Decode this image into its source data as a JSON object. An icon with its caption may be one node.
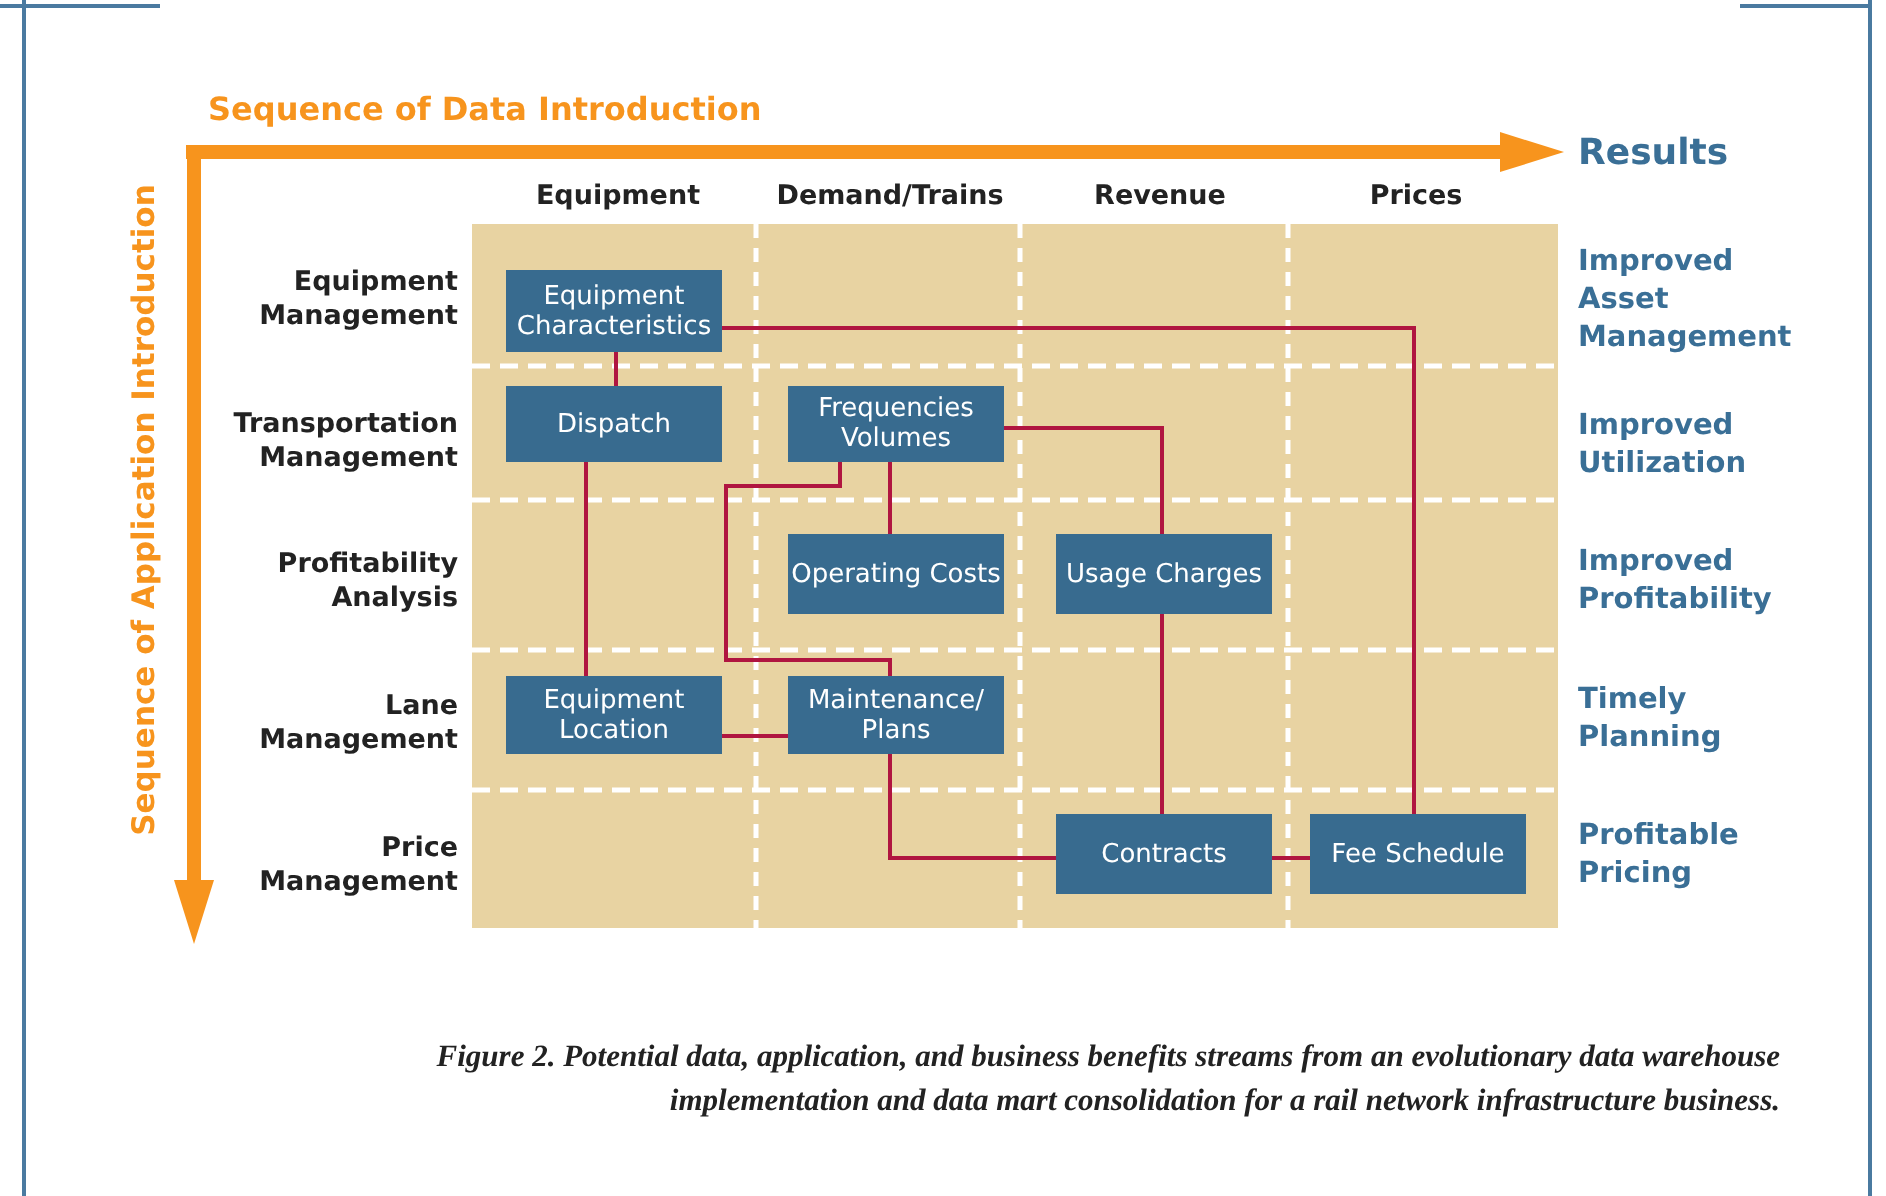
{
  "diagram": {
    "caption": "Figure 2. Potential data, application, and business benefits streams from an evolutionary data warehouse implementation and data mart consolidation for a rail network infrastructure business.",
    "nodes": [
      {
        "text": [
          "Equipment Characteristics"
        ]
      },
      {
        "text": [
          "Dispatch"
        ]
      },
      {
        "text": [
          "Frequencies Volumes"
        ]
      },
      {
        "text": [
          "Operating Costs"
        ]
      },
      {
        "text": [
          "Usage Charges"
        ]
      },
      {
        "text": [
          "Equipment Location"
        ]
      },
      {
        "text": [
          "Maintenance/ Plans"
        ]
      },
      {
        "text": [
          "Contracts"
        ]
      },
      {
        "text": [
          "Fee Schedule"
        ]
      }
    ],
    "edges": [
      {
        "from": 0,
        "to": 1,
        "arrow": "none"
      },
      {
        "from": 0,
        "to": 8,
        "arrow": "none"
      },
      {
        "from": 1,
        "to": 5,
        "arrow": "none"
      },
      {
        "from": 2,
        "to": 3,
        "arrow": "none"
      },
      {
        "from": 2,
        "to": 4,
        "arrow": "none"
      },
      {
        "from": 4,
        "to": 7,
        "arrow": "none"
      },
      {
        "from": 2,
        "to": 6,
        "arrow": "none"
      },
      {
        "from": 5,
        "to": 6,
        "arrow": "none"
      },
      {
        "from": 6,
        "to": 7,
        "arrow": "none"
      },
      {
        "from": 7,
        "to": 8,
        "arrow": "none"
      }
    ],
    "labels": [
      "Sequence of Data Introduction",
      "Results",
      "Sequence of Application Introduction",
      "Equipment",
      "Demand/Trains",
      "Revenue",
      "Prices",
      "Equipment Management",
      "Improved Asset Management",
      "Transportation Management",
      "Improved Utilization",
      "Profitability Analysis",
      "Improved Profitability",
      "Lane Management",
      "Timely Planning",
      "Price Management",
      "Profitable Pricing"
    ]
  }
}
